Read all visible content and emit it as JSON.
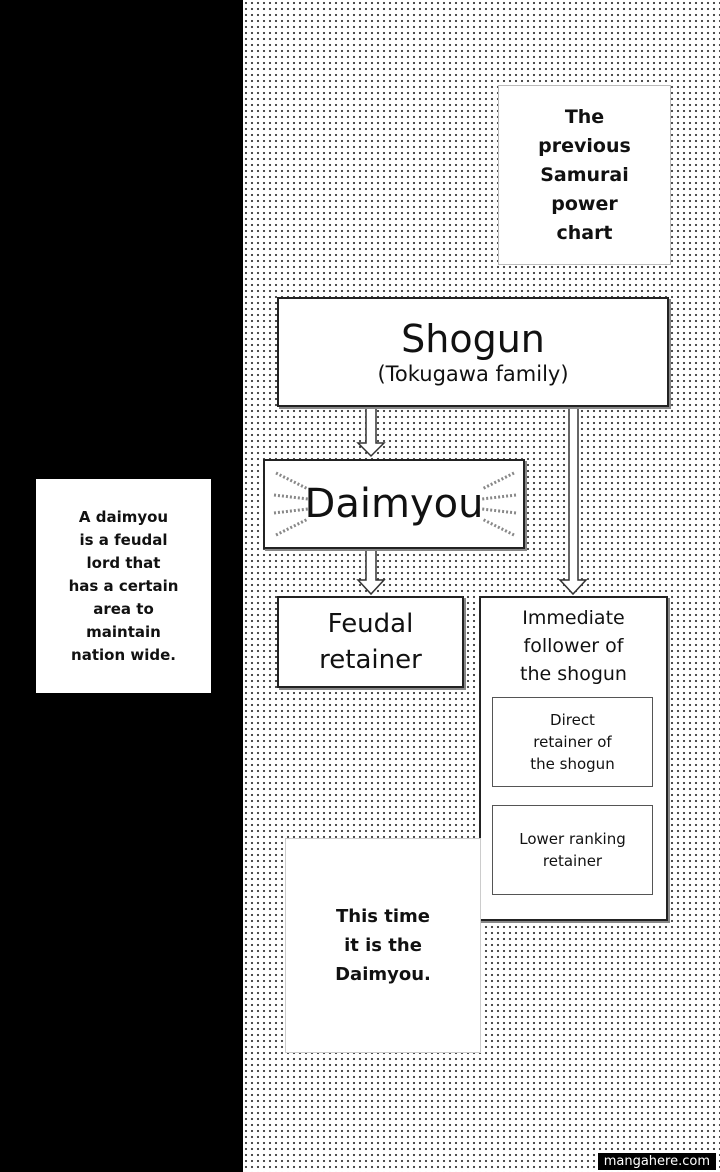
{
  "title_box": {
    "lines": [
      "The",
      "previous",
      "Samurai",
      "power",
      "chart"
    ]
  },
  "shogun": {
    "title": "Shogun",
    "subtitle": "(Tokugawa family)"
  },
  "daimyou": {
    "title": "Daimyou"
  },
  "feudal_retainer": {
    "lines": [
      "Feudal",
      "retainer"
    ]
  },
  "immediate_follower": {
    "lines": [
      "Immediate",
      "follower of",
      "the shogun"
    ]
  },
  "direct_retainer": {
    "lines": [
      "Direct",
      "retainer of",
      "the shogun"
    ]
  },
  "lower_ranking": {
    "lines": [
      "Lower ranking",
      "retainer"
    ]
  },
  "note_left": {
    "lines": [
      "A daimyou",
      "is a feudal",
      "lord that",
      "has a certain",
      "area to",
      "maintain",
      "nation wide."
    ]
  },
  "note_bottom": {
    "lines": [
      "This time",
      "it is the",
      "Daimyou."
    ]
  },
  "credit": "mangahere.com",
  "colors": {
    "band": "#000000",
    "dots": "#3a3a3a",
    "box_border": "#222222"
  }
}
